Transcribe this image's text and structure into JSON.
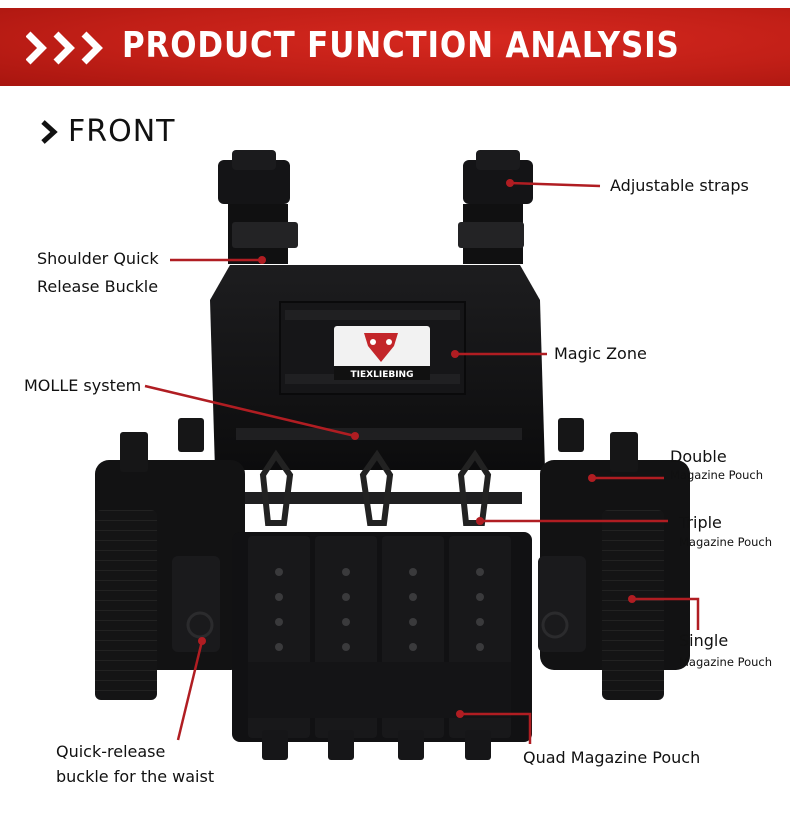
{
  "banner": {
    "title": "PRODUCT FUNCTION ANALYSIS",
    "icon": "triple-chevron-icon",
    "color": "#c41f18"
  },
  "section": {
    "title": "FRONT",
    "icon": "chevron-right-icon"
  },
  "logo": {
    "text": "TIEXLIEBING"
  },
  "accent_color": "#b01d22",
  "labels": {
    "adjustable_straps": "Adjustable straps",
    "shoulder_line1": "Shoulder Quick",
    "shoulder_line2": "Release Buckle",
    "magic_zone": "Magic Zone",
    "molle": "MOLLE system",
    "double_title": "Double",
    "double_sub": "Magazine Pouch",
    "triple_title": "Triple",
    "triple_sub": "Magazine Pouch",
    "single_title": "Single",
    "single_sub": "Magazine Pouch",
    "quick_line1": "Quick-release",
    "quick_line2": "buckle for the waist",
    "quad": "Quad Magazine Pouch"
  }
}
